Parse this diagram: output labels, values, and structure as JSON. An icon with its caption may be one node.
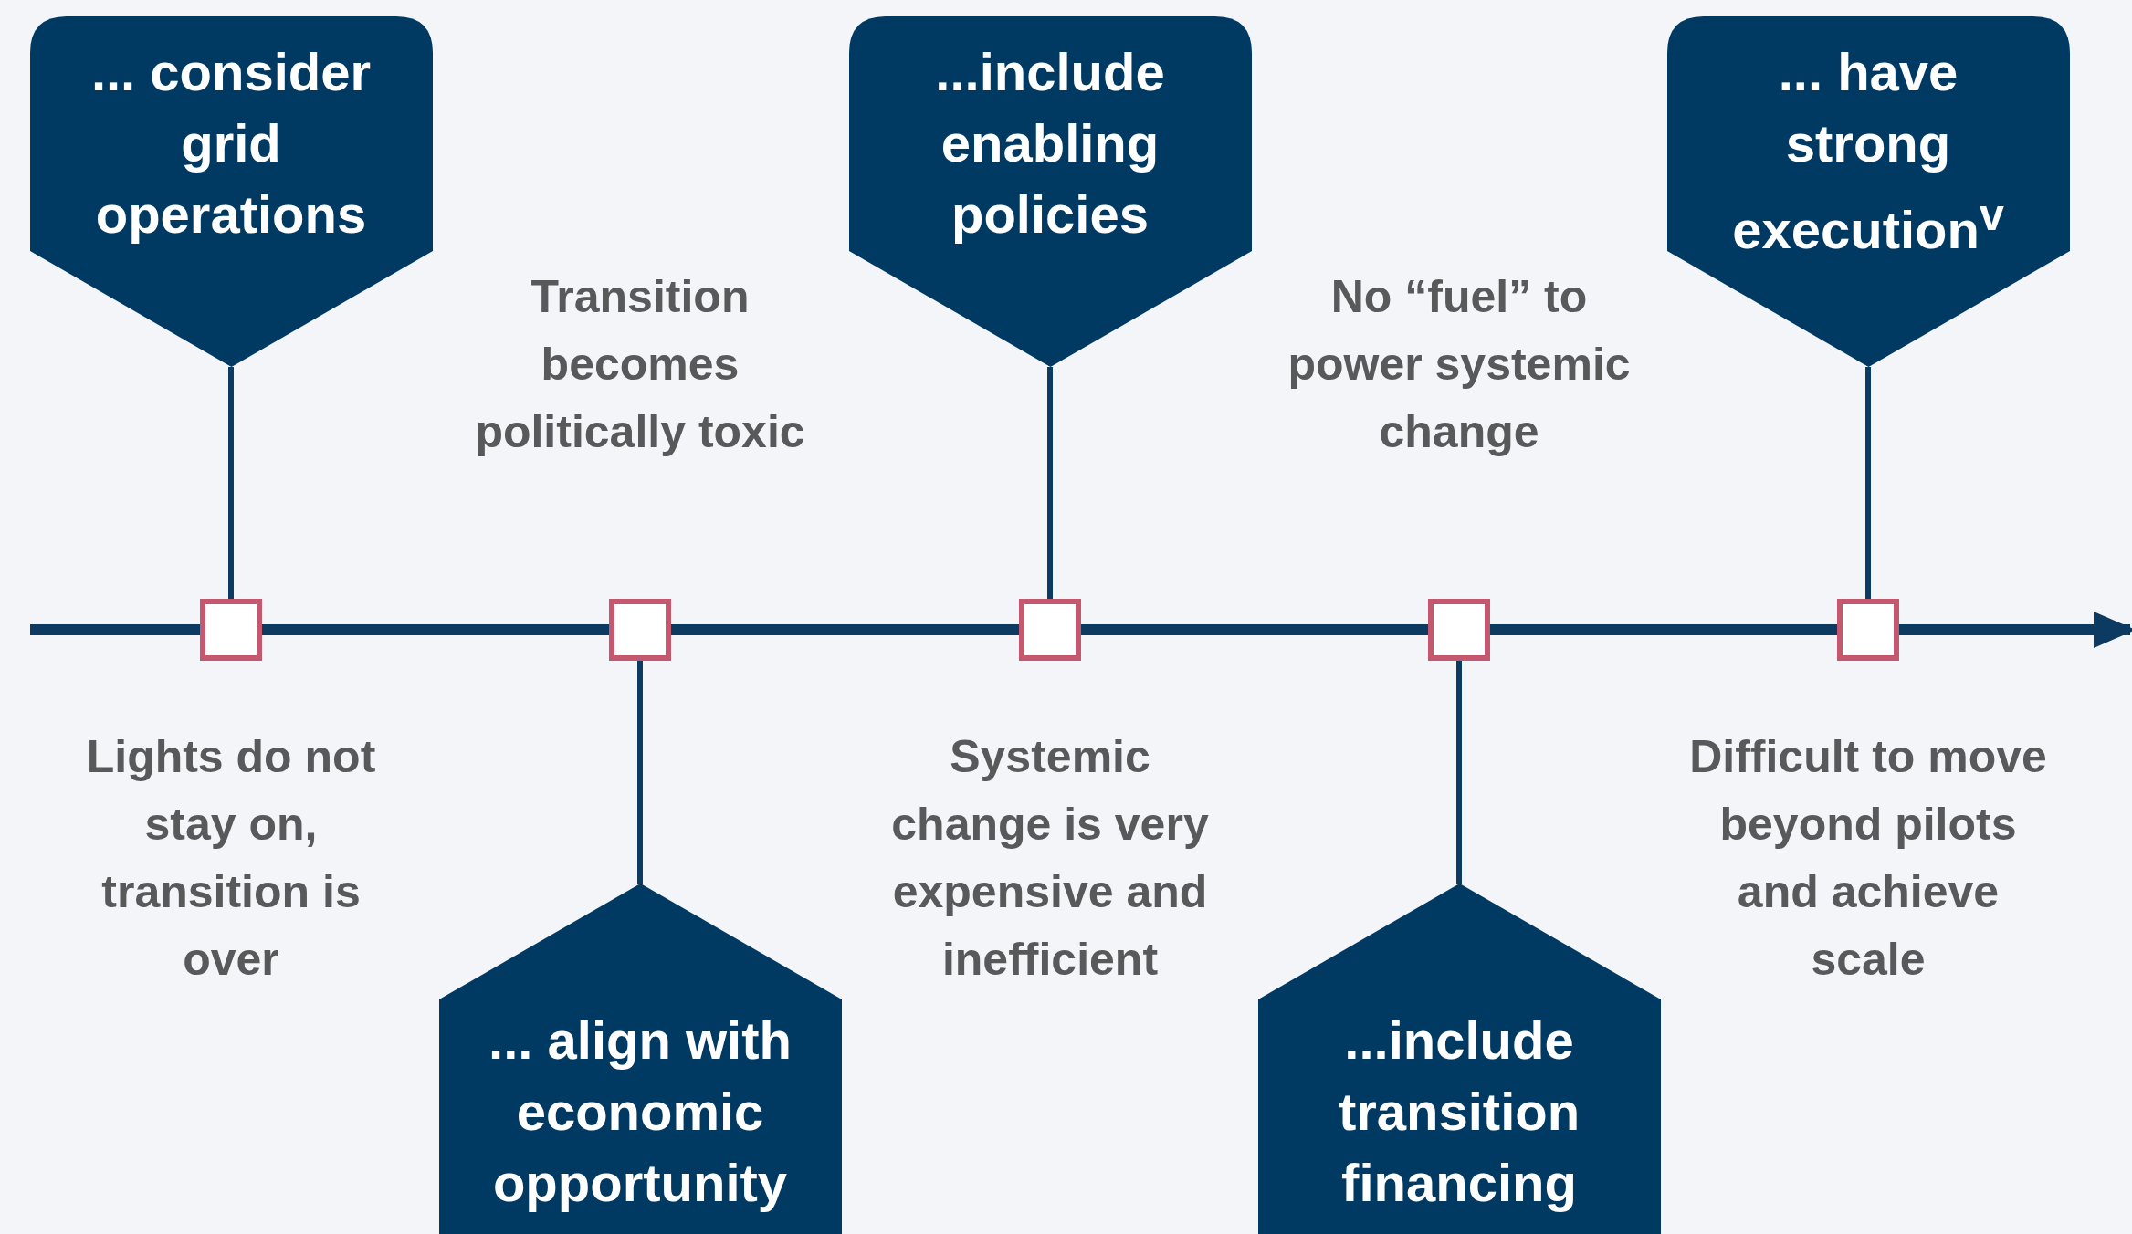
{
  "diagram": {
    "nodes": [
      {
        "text": [
          "... consider grid operations"
        ]
      },
      {
        "text": [],
        "shape": "box"
      },
      {
        "text": [
          "Lights do not stay on, transition is over"
        ]
      },
      {
        "text": [
          "... align with economic opportunity"
        ]
      },
      {
        "text": [],
        "shape": "box"
      },
      {
        "text": [
          "Transition becomes politically toxic"
        ]
      },
      {
        "text": [
          "...include enabling policies"
        ]
      },
      {
        "text": [],
        "shape": "box"
      },
      {
        "text": [
          "Systemic change is very expensive and inefficient"
        ]
      },
      {
        "text": [
          "...include transition financing"
        ]
      },
      {
        "text": [],
        "shape": "box"
      },
      {
        "text": [
          "No “fuel” to power systemic change"
        ]
      },
      {
        "text": [
          "... have strong execution$^{v}$"
        ]
      },
      {
        "text": [],
        "shape": "box"
      },
      {
        "text": [
          "Difficult to move beyond pilots and achieve scale"
        ]
      }
    ],
    "edges": [
      {
        "from": 0,
        "to": 1,
        "arrow": "none"
      },
      {
        "from": 3,
        "to": 4,
        "arrow": "none"
      },
      {
        "from": 6,
        "to": 7,
        "arrow": "none"
      },
      {
        "from": 9,
        "to": 10,
        "arrow": "none"
      },
      {
        "from": 12,
        "to": 13,
        "arrow": "none"
      },
      {
        "from": null,
        "to": 1,
        "arrow": "none"
      },
      {
        "from": 1,
        "to": 4,
        "arrow": "none"
      },
      {
        "from": 4,
        "to": 7,
        "arrow": "none"
      },
      {
        "from": 7,
        "to": 10,
        "arrow": "none"
      },
      {
        "from": 10,
        "to": 13,
        "arrow": "none"
      },
      {
        "from": 13,
        "to": null,
        "arrow": "to"
      }
    ]
  }
}
